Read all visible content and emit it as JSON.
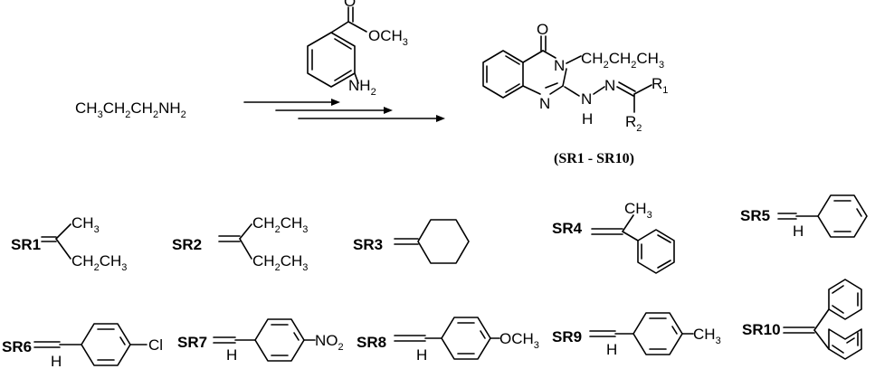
{
  "diagram": {
    "starting_material": {
      "text": "CH",
      "sub1": "3",
      "text2": "CH",
      "sub2": "2",
      "text3": "CH",
      "sub3": "2",
      "text4": "NH",
      "sub4": "2"
    },
    "reagent": {
      "ester_group": {
        "text": "OCH",
        "sub": "3"
      },
      "amine_group": {
        "text": "NH",
        "sub": "2"
      },
      "carbonyl_o": "O"
    },
    "product": {
      "carbonyl_o": "O",
      "n3": "N",
      "propyl": {
        "text": "CH",
        "sub1": "2",
        "text2": "CH",
        "sub2": "2",
        "text3": "CH",
        "sub3": "3"
      },
      "n1": "N",
      "hydrazone_n1": "N",
      "hydrazone_n2": "N",
      "nh_h": "H",
      "r1": {
        "text": "R",
        "sub": "1"
      },
      "r2": {
        "text": "R",
        "sub": "2"
      },
      "caption": "(SR1 - SR10)"
    },
    "substituents": [
      {
        "label": "SR1",
        "groups": [
          {
            "text": "CH",
            "sub": "3"
          },
          {
            "text": "CH",
            "sub": "2",
            "text2": "CH",
            "sub2": "3"
          }
        ]
      },
      {
        "label": "SR2",
        "groups": [
          {
            "text": "CH",
            "sub": "2",
            "text2": "CH",
            "sub2": "3"
          },
          {
            "text": "CH",
            "sub": "2",
            "text2": "CH",
            "sub2": "3"
          }
        ]
      },
      {
        "label": "SR3"
      },
      {
        "label": "SR4",
        "groups": [
          {
            "text": "CH",
            "sub": "3"
          }
        ]
      },
      {
        "label": "SR5",
        "h": "H"
      },
      {
        "label": "SR6",
        "h": "H",
        "para": "Cl"
      },
      {
        "label": "SR7",
        "h": "H",
        "para": {
          "text": "NO",
          "sub": "2"
        }
      },
      {
        "label": "SR8",
        "h": "H",
        "para": {
          "text": "OCH",
          "sub": "3"
        }
      },
      {
        "label": "SR9",
        "h": "H",
        "para": {
          "text": "CH",
          "sub": "3"
        }
      },
      {
        "label": "SR10"
      }
    ]
  }
}
